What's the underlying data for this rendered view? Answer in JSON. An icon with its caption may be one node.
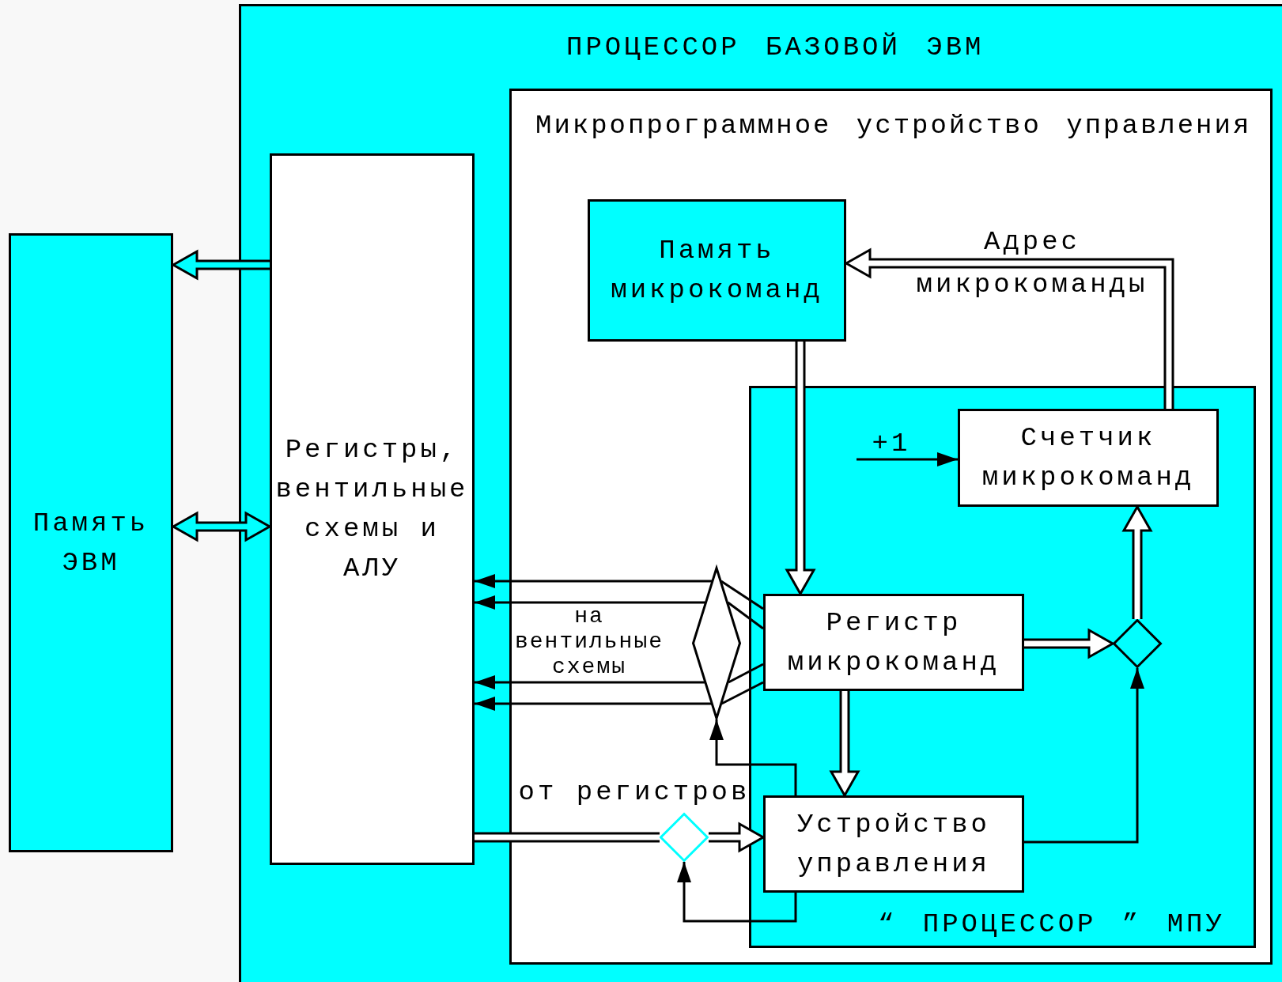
{
  "diagram": {
    "nodes": [
      {
        "text": [
          "ПРОЦЕССОР БАЗОВОЙ ЭВМ"
        ]
      },
      {
        "text": [
          "Микропрограммное устройство управления"
        ],
        "in": 0
      },
      {
        "text": [
          "Память микрокоманд"
        ],
        "in": 1
      },
      {
        "text": [
          "Регистры, вентильные схемы и АЛУ"
        ],
        "in": 0
      },
      {
        "text": [
          "Память ЭВМ"
        ]
      },
      {
        "text": [
          "“ ПРОЦЕССОР ” МПУ"
        ],
        "in": 1
      },
      {
        "text": [
          "Счетчик микрокоманд"
        ],
        "in": 5
      },
      {
        "text": [
          "Регистр микрокоманд"
        ],
        "in": 5
      },
      {
        "text": [],
        "shape": "diamond",
        "in": 5
      },
      {
        "text": [],
        "shape": "diamond",
        "in": 1
      },
      {
        "text": [
          "Устройство управления"
        ],
        "in": 5
      },
      {
        "text": [],
        "shape": "diamond",
        "in": 1
      }
    ],
    "edges": [
      {
        "from": 3,
        "to": 4,
        "arrow": "to",
        "style": "thick",
        "color": "#00ffff"
      },
      {
        "from": 4,
        "to": 3,
        "arrow": "both",
        "style": "thick",
        "color": "#00ffff"
      },
      {
        "from": 2,
        "to": 7,
        "arrow": "to",
        "style": "thick",
        "color": "#ffffff"
      },
      {
        "from": 6,
        "to": 2,
        "arrow": "to",
        "style": "thick",
        "color": "#ffffff",
        "label": "Адрес микрокоманды"
      },
      {
        "from": null,
        "to": 6,
        "arrow": "to",
        "label": "+1"
      },
      {
        "from": 7,
        "to": 8,
        "arrow": "to",
        "style": "thick",
        "color": "#ffffff"
      },
      {
        "from": 8,
        "to": 6,
        "arrow": "to",
        "style": "thick",
        "color": "#ffffff"
      },
      {
        "from": 10,
        "to": 8,
        "arrow": "to"
      },
      {
        "from": 7,
        "to": 10,
        "arrow": "to",
        "style": "thick",
        "color": "#ffffff"
      },
      {
        "from": 7,
        "to": 9,
        "arrow": "none"
      },
      {
        "from": 7,
        "to": 9,
        "arrow": "none"
      },
      {
        "from": 7,
        "to": 9,
        "arrow": "none"
      },
      {
        "from": 7,
        "to": 9,
        "arrow": "none"
      },
      {
        "from": 9,
        "to": 3,
        "arrow": "to"
      },
      {
        "from": 9,
        "to": 3,
        "arrow": "to"
      },
      {
        "from": 9,
        "to": 3,
        "arrow": "to"
      },
      {
        "from": 9,
        "to": 3,
        "arrow": "to"
      },
      {
        "from": 10,
        "to": 9,
        "arrow": "to"
      },
      {
        "from": 3,
        "to": 11,
        "arrow": "none",
        "style": "thick",
        "label": "от регистров"
      },
      {
        "from": 11,
        "to": 10,
        "arrow": "to",
        "style": "thick",
        "color": "#ffffff"
      },
      {
        "from": 10,
        "to": 11,
        "arrow": "to"
      }
    ],
    "labels": [
      "на вентильные схемы"
    ]
  }
}
